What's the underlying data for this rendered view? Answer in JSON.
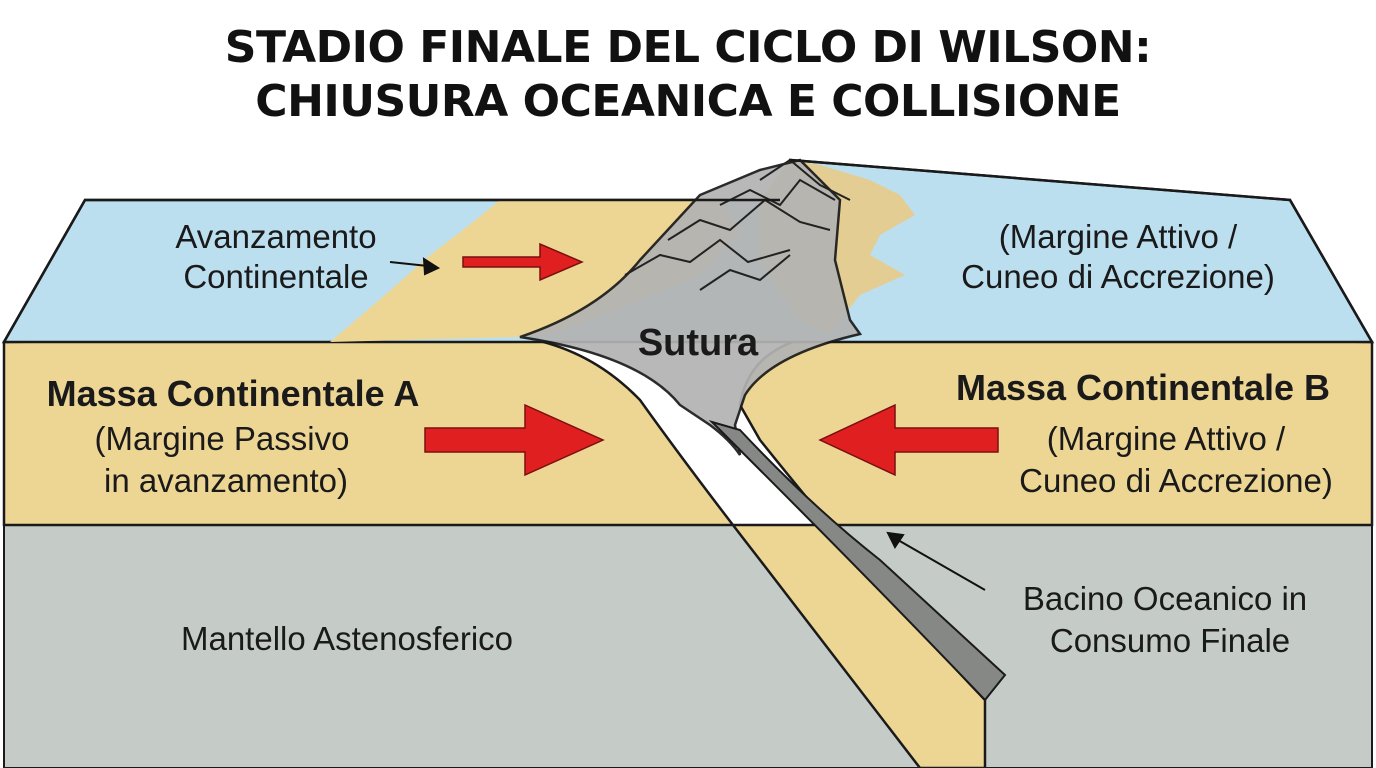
{
  "title": {
    "line1": "STADIO FINALE DEL CICLO DI WILSON:",
    "line2": "CHIUSURA OCEANICA E COLLISIONE"
  },
  "labels": {
    "avanzamento": {
      "line1": "Avanzamento",
      "line2": "Continentale"
    },
    "margine_attivo_top": {
      "line1": "(Margine Attivo /",
      "line2": "Cuneo di Accrezione)"
    },
    "sutura": "Sutura",
    "massa_a": {
      "name": "Massa Continentale A",
      "line1": "(Margine Passivo",
      "line2": "in avanzamento)"
    },
    "massa_b": {
      "name": "Massa Continentale B",
      "line1": "(Margine Attivo /",
      "line2": "Cuneo di Accrezione)"
    },
    "bacino": {
      "line1": "Bacino Oceanico in",
      "line2": "Consumo Finale"
    },
    "mantello": "Mantello Astenosferico"
  },
  "colors": {
    "ocean": "#bcdff0",
    "continent": "#edd694",
    "mantle": "#c5ccc8",
    "suture": "#b3b3b3",
    "oceanic_slab": "#868886",
    "arrow": "#e02020",
    "outline": "#1a1a1a"
  }
}
